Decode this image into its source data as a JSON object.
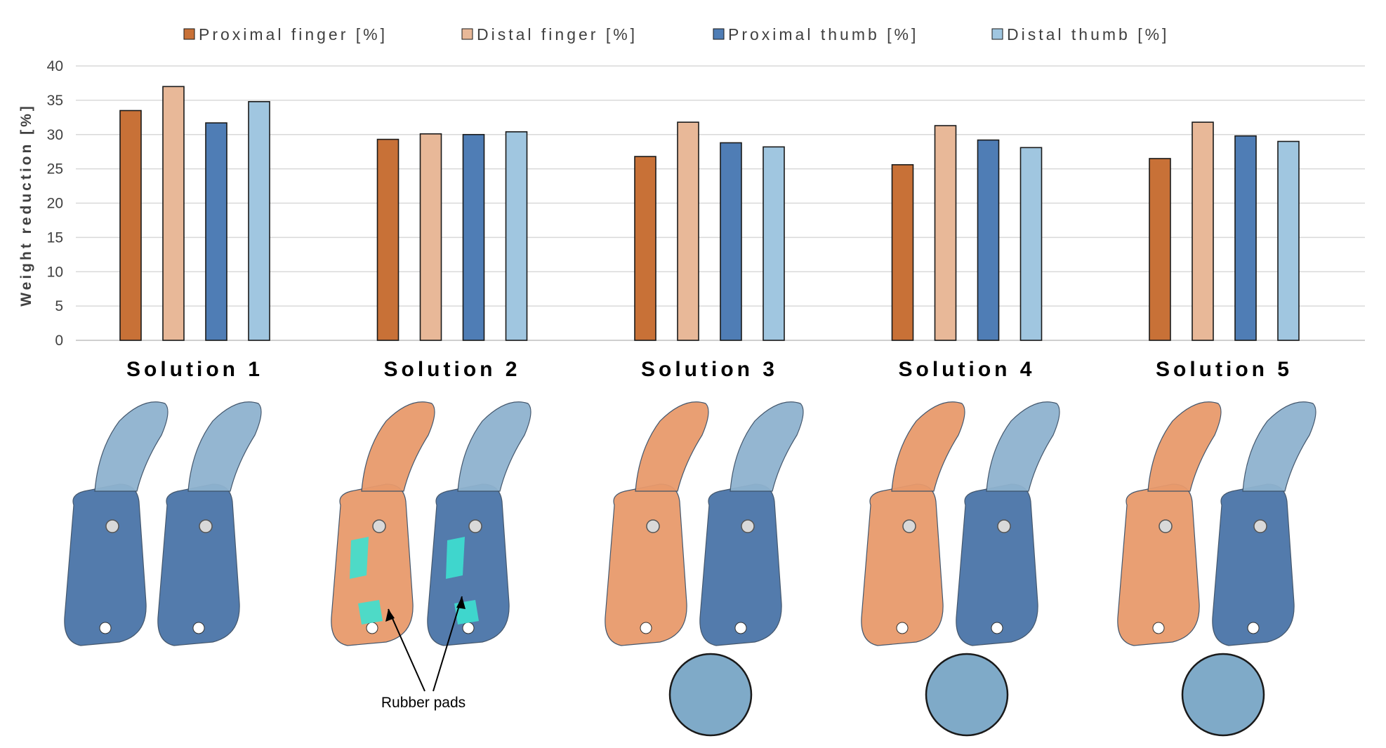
{
  "chart_data": {
    "type": "bar",
    "categories": [
      "Solution  1",
      "Solution  2",
      "Solution  3",
      "Solution  4",
      "Solution  5"
    ],
    "series": [
      {
        "name": "Proximal finger [%]",
        "color": "#C87137",
        "values": [
          33.5,
          29.3,
          26.8,
          25.6,
          26.5
        ]
      },
      {
        "name": "Distal finger [%]",
        "color": "#E8B898",
        "values": [
          37.0,
          30.1,
          31.8,
          31.3,
          31.8
        ]
      },
      {
        "name": "Proximal thumb [%]",
        "color": "#4F7DB5",
        "values": [
          31.7,
          30.0,
          28.8,
          29.2,
          29.8
        ]
      },
      {
        "name": "Distal thumb [%]",
        "color": "#A0C6E0",
        "values": [
          34.8,
          30.4,
          28.2,
          28.1,
          29.0
        ]
      }
    ],
    "ylabel": "Weight reduction [%]",
    "ylim": [
      0,
      40
    ],
    "yticks": [
      "0",
      "5",
      "10",
      "15",
      "20",
      "25",
      "30",
      "35",
      "40"
    ],
    "grid": true,
    "legend": "top-center"
  },
  "illustration": {
    "annotation": "Rubber pads",
    "colors": {
      "finger": "#E89A6C",
      "thumb_dark": "#4A74A8",
      "thumb_light": "#8FB3CF",
      "pad": "#3DE0D0",
      "zoom": "#7FAAC8"
    }
  }
}
